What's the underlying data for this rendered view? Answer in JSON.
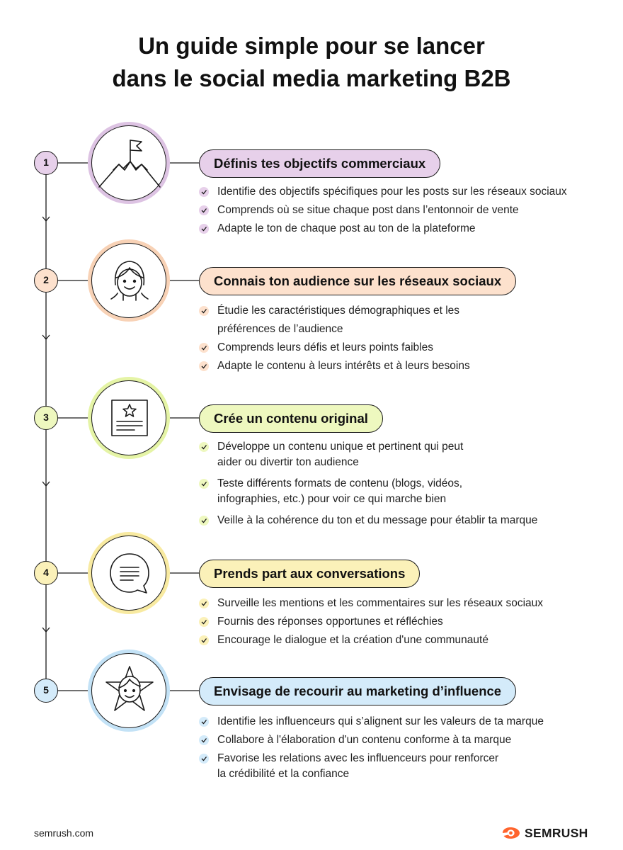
{
  "title": {
    "line1": "Un guide simple pour se lancer",
    "line2": "dans le social media marketing B2B"
  },
  "colors": {
    "purple": "#e7d0ea",
    "purple_halo": "#ddc3e3",
    "orange": "#fde1cd",
    "orange_halo": "#f8d2b6",
    "lime": "#eef8bf",
    "lime_halo": "#e5f4a6",
    "yellow": "#fbf1b9",
    "yellow_halo": "#f8eaa1",
    "blue": "#d4ebfa",
    "blue_halo": "#c3e2f6",
    "line": "#1a1a1a",
    "brand": "#ff642d"
  },
  "steps": [
    {
      "number": "1",
      "icon": "mountain-flag-icon",
      "title": "Définis tes objectifs commerciaux",
      "bullets": [
        "Identifie des objectifs spécifiques pour les posts sur les réseaux sociaux",
        "Comprends où se situe chaque post dans l’entonnoir de vente",
        "Adapte le ton de chaque post au ton de la plateforme"
      ]
    },
    {
      "number": "2",
      "icon": "person-face-icon",
      "title": "Connais ton audience sur les réseaux sociaux",
      "bullets": [
        "Étudie les caractéristiques démographiques et les",
        "préférences de l’audience",
        "Comprends leurs défis et leurs points faibles",
        "Adapte le contenu à leurs intérêts et à leurs besoins"
      ]
    },
    {
      "number": "3",
      "icon": "content-card-star-icon",
      "title": "Crée un contenu original",
      "bullets": [
        "Développe un contenu unique et pertinent qui peut",
        "aider ou divertir ton audience",
        "Teste différents formats de contenu (blogs, vidéos,",
        "infographies, etc.) pour voir ce qui marche bien",
        "Veille à la cohérence du ton et du message pour établir ta marque"
      ]
    },
    {
      "number": "4",
      "icon": "speech-bubble-icon",
      "title": "Prends part aux conversations",
      "bullets": [
        "Surveille les mentions et les commentaires sur les réseaux sociaux",
        "Fournis des réponses opportunes et réfléchies",
        "Encourage le dialogue et la création d'une communauté"
      ]
    },
    {
      "number": "5",
      "icon": "influencer-star-icon",
      "title": "Envisage de recourir au marketing d’influence",
      "bullets": [
        "Identifie les influenceurs qui s’alignent sur les valeurs de ta marque",
        "Collabore à l'élaboration d'un contenu conforme à ta marque",
        "Favorise les relations avec les influenceurs pour renforcer",
        "la crédibilité et la confiance"
      ]
    }
  ],
  "footer": {
    "url": "semrush.com",
    "brand": "SEMRUSH",
    "brand_icon": "semrush-flame-icon"
  }
}
